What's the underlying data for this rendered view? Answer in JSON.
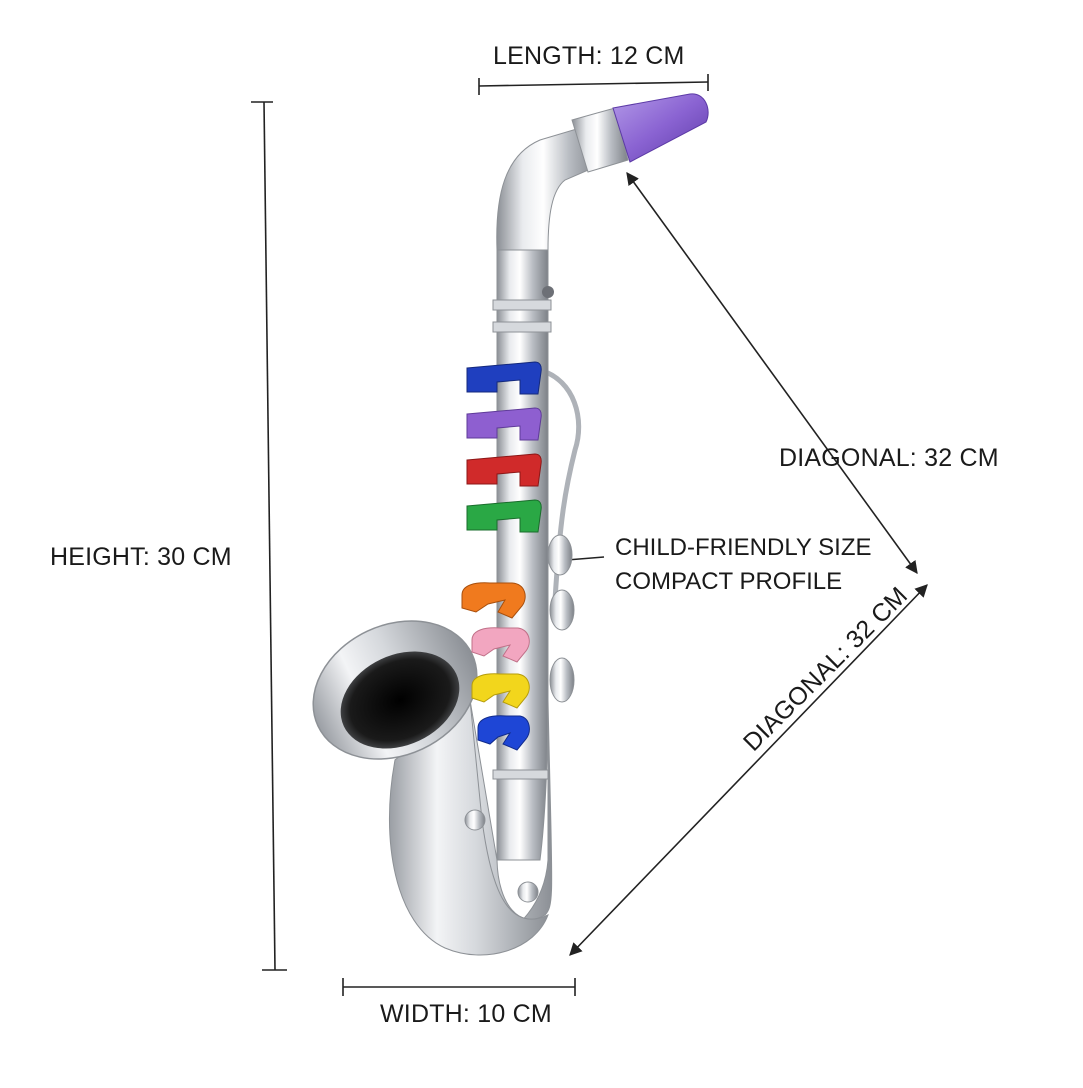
{
  "dimensions": {
    "length": "LENGTH: 12 CM",
    "height": "HEIGHT: 30 CM",
    "width": "WIDTH: 10 CM",
    "diagonal_upper": "DIAGONAL: 32 CM",
    "diagonal_lower": "DIAGONAL: 32 CM"
  },
  "callout": {
    "line1": "CHILD-FRIENDLY SIZE",
    "line2": "COMPACT PROFILE"
  },
  "colors": {
    "mouthpiece": "#8a63d2",
    "body_silver": "#c9ccd1",
    "keys": [
      "#1f3fbf",
      "#8e5fd0",
      "#d02a2a",
      "#2aa845",
      "#f07a1e",
      "#f2a6c0",
      "#f2d61c",
      "#1e46d6"
    ]
  }
}
